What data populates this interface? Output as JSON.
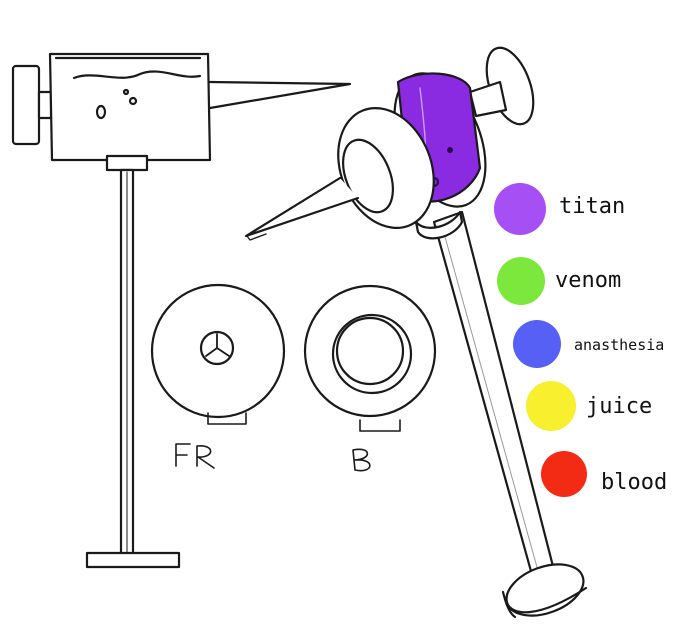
{
  "legend": [
    {
      "label": "titan",
      "color": "#a64ff5"
    },
    {
      "label": "venom",
      "color": "#7de83c"
    },
    {
      "label": "anasthesia",
      "color": "#5660f5"
    },
    {
      "label": "juice",
      "color": "#f8ef2e"
    },
    {
      "label": "blood",
      "color": "#f32b15"
    }
  ],
  "views": {
    "front_label": "FR",
    "back_label": "B"
  },
  "liquid_color": "#8a2be2"
}
